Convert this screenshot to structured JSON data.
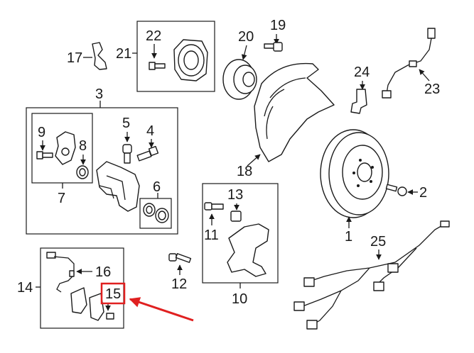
{
  "callouts": {
    "c1": "1",
    "c2": "2",
    "c3": "3",
    "c4": "4",
    "c5": "5",
    "c6": "6",
    "c7": "7",
    "c8": "8",
    "c9": "9",
    "c10": "10",
    "c11": "11",
    "c12": "12",
    "c13": "13",
    "c14": "14",
    "c15": "15",
    "c16": "16",
    "c17": "17",
    "c18": "18",
    "c19": "19",
    "c20": "20",
    "c21": "21",
    "c22": "22",
    "c23": "23",
    "c24": "24",
    "c25": "25"
  },
  "highlight": {
    "callout": "15",
    "color": "#e02020"
  }
}
